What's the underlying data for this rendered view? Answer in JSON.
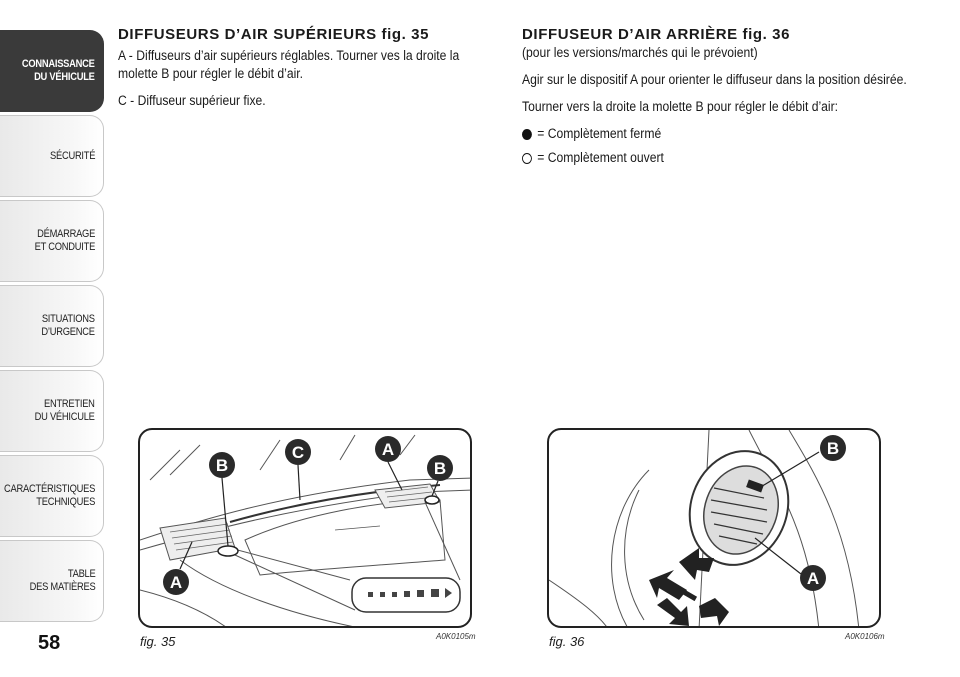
{
  "sidebar": {
    "tabs": [
      {
        "label": "CONNAISSANCE\nDU VÉHICULE",
        "active": true
      },
      {
        "label": "SÉCURITÉ",
        "active": false
      },
      {
        "label": "DÉMARRAGE\nET CONDUITE",
        "active": false
      },
      {
        "label": "SITUATIONS\nD’URGENCE",
        "active": false
      },
      {
        "label": "ENTRETIEN\nDU VÉHICULE",
        "active": false
      },
      {
        "label": "CARACTÉRISTIQUES\nTECHNIQUES",
        "active": false
      },
      {
        "label": "TABLE\nDES MATIÈRES",
        "active": false
      }
    ],
    "page_number": "58"
  },
  "left": {
    "title": "DIFFUSEURS D’AIR SUPÉRIEURS fig. 35",
    "para_a": "A - Diffuseurs d’air supérieurs réglables. Tourner ves la droite la molette B pour régler le débit d’air.",
    "para_c": "C - Diffuseur supérieur fixe."
  },
  "right": {
    "title": "DIFFUSEUR D’AIR ARRIÈRE fig. 36",
    "subtitle": "(pour les versions/marchés qui le prévoient)",
    "para_1": "Agir sur le dispositif A pour orienter le diffuseur dans la position désirée.",
    "para_2": "Tourner vers la droite la molette B pour régler le débit d’air:",
    "legend_closed": "= Complètement fermé",
    "legend_open": "= Complètement ouvert"
  },
  "figures": {
    "fig35": {
      "caption": "fig. 35",
      "code": "A0K0105m",
      "labels": {
        "b1": "B",
        "c": "C",
        "a_top": "A",
        "b2": "B",
        "a_bottom": "A"
      }
    },
    "fig36": {
      "caption": "fig. 36",
      "code": "A0K0106m",
      "labels": {
        "b": "B",
        "a": "A"
      }
    }
  }
}
